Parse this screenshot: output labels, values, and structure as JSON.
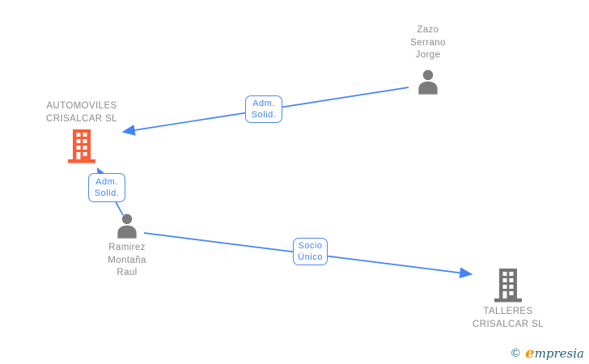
{
  "diagram": {
    "nodes": {
      "zazo": {
        "type": "person",
        "lines": [
          "Zazo",
          "Serrano",
          "Jorge"
        ]
      },
      "automoviles": {
        "type": "company",
        "lines": [
          "AUTOMOVILES",
          "CRISALCAR SL"
        ],
        "accent": "#fb5d35"
      },
      "ramirez": {
        "type": "person",
        "lines": [
          "Ramirez",
          "Montaña",
          "Raul"
        ]
      },
      "talleres": {
        "type": "company",
        "lines": [
          "TALLERES",
          "CRISALCAR SL"
        ],
        "accent": "#757575"
      }
    },
    "edges": [
      {
        "from": "zazo",
        "to": "automoviles",
        "lines": [
          "Adm.",
          "Solid."
        ]
      },
      {
        "from": "ramirez",
        "to": "automoviles",
        "lines": [
          "Adm.",
          "Solid."
        ]
      },
      {
        "from": "ramirez",
        "to": "talleres",
        "lines": [
          "Socio",
          "Único"
        ]
      }
    ],
    "colors": {
      "edge_blue": "#4285f4",
      "label_gray": "#8b8b8b",
      "person_icon_gray": "#7b7b7b",
      "company_orange": "#fb5d35",
      "company_gray": "#757575"
    }
  },
  "watermark": {
    "copyright": "©",
    "brand_initial": "e",
    "brand_rest": "mpresia"
  }
}
